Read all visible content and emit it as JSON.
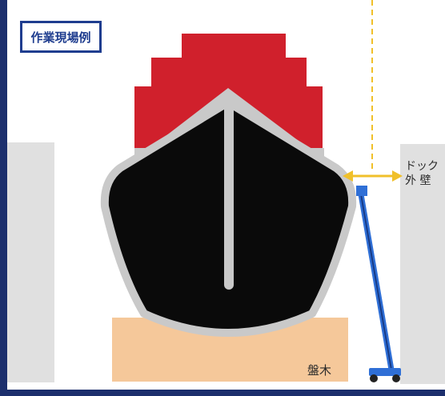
{
  "title": "作業現場例",
  "labels": {
    "dock_wall": "ドック外 壁",
    "dock_wall_line1": "ドック",
    "dock_wall_line2": "外 壁",
    "keel_block": "盤木"
  },
  "colors": {
    "background": "#1c2f6d",
    "panel": "#ffffff",
    "dock_wall": "#e0e0e0",
    "hull_red": "#d0202c",
    "hull_black": "#0a0a0a",
    "hull_gray": "#c9c9c9",
    "keel_block": "#f5c89a",
    "arrow": "#f0c02a",
    "lift": "#2f6fd6"
  },
  "icons": [
    "hull-diagram",
    "boom-lift-icon",
    "double-arrow-icon"
  ]
}
